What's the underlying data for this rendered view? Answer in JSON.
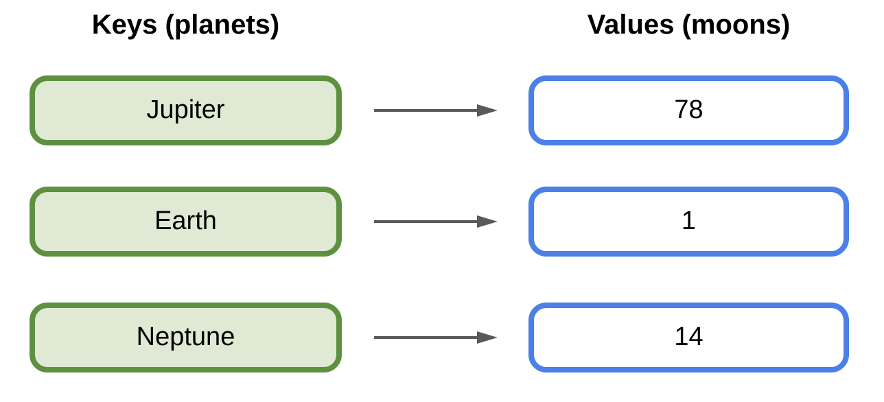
{
  "headers": {
    "keys": "Keys (planets)",
    "values": "Values (moons)"
  },
  "rows": [
    {
      "key": "Jupiter",
      "value": "78"
    },
    {
      "key": "Earth",
      "value": "1"
    },
    {
      "key": "Neptune",
      "value": "14"
    }
  ],
  "icons": {
    "arrow": "right-arrow-icon"
  },
  "colors": {
    "key_border": "#5d9140",
    "key_fill": "#dfe9d3",
    "value_border": "#4a80e8",
    "value_fill": "#ffffff",
    "arrow": "#595959",
    "text": "#000000",
    "background": "#ffffff"
  }
}
